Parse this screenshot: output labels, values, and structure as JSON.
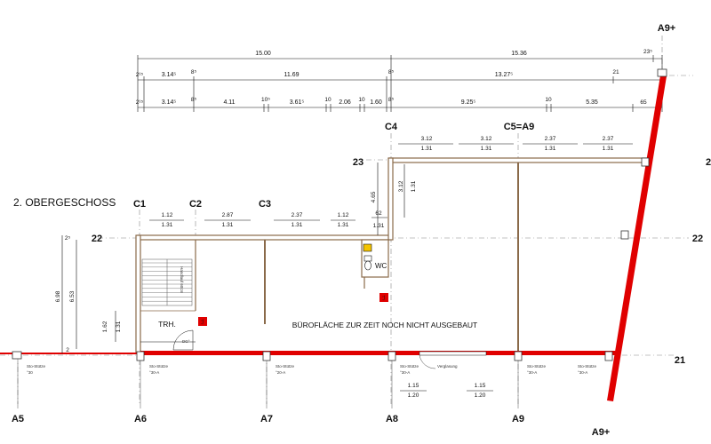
{
  "floor_title": "2. OBERGESCHOSS",
  "room_label": "BÜROFLÄCHE ZUR ZEIT NOCH NICHT AUSGEBAUT",
  "stair_label": "TRH.",
  "wc_label": "WC",
  "grid_labels": {
    "C1": "C1",
    "C2": "C2",
    "C3": "C3",
    "C4": "C4",
    "C5": "C5=A9",
    "A5": "A5",
    "A6": "A6",
    "A7": "A7",
    "A8": "A8",
    "A9": "A9",
    "A9_top": "A9+",
    "A9_bottom": "A9+",
    "row22_left": "22",
    "row22_right": "22",
    "row23": "23",
    "row21": "21",
    "row2_edge": "2"
  },
  "dims_row1": {
    "left": "15.00",
    "right": "15.36",
    "end": "23⁵"
  },
  "dims_row2": [
    "2¹⁵",
    "3.14⁵",
    "8⁵",
    "11.69",
    "8⁵",
    "13.27⁵",
    "21"
  ],
  "dims_row3": [
    "2¹⁵",
    "3.14⁵",
    "8⁵",
    "4.11",
    "10⁵",
    "3.61⁵",
    "10",
    "2.06",
    "10",
    "1.60",
    "8⁵",
    "9.25⁵",
    "10",
    "5.35",
    "65"
  ],
  "windows_top_left": [
    {
      "w": "1.12",
      "h": "1.31"
    },
    {
      "w": "2.87",
      "h": "1.31"
    },
    {
      "w": "2.37",
      "h": "1.31"
    },
    {
      "w": "1.12",
      "h": "1.31"
    }
  ],
  "windows_top_right": [
    {
      "w": "3.12",
      "h": "1.31"
    },
    {
      "w": "3.12",
      "h": "1.31"
    },
    {
      "w": "2.37",
      "h": "1.31"
    },
    {
      "w": "2.37",
      "h": "1.31"
    }
  ],
  "window_bottom": [
    {
      "w": "1.15",
      "h": "1.20"
    },
    {
      "w": "1.15",
      "h": "1.20"
    }
  ],
  "side_dims": {
    "d698": "6.98",
    "d653": "6.53",
    "d2a": "2⁵",
    "d2b": "2",
    "d162": "1.62",
    "d131": "1.31",
    "d465": "4.65",
    "d312": "3.12",
    "d131b": "1.31",
    "d62": "62",
    "d131c": "1.31"
  },
  "notes": {
    "sto_stuetze": "Sto-Stütze",
    "n30": "°30",
    "n30a": "°30-A",
    "n20a": "°20-A",
    "n20a2": "°20-A",
    "n30a2": "°30-A",
    "n30a3": "°30-A",
    "n30a4": "°30-A",
    "verglasung": "Verglasung",
    "door_dg": "DG°",
    "stair_note": "Handlauf 60cm"
  },
  "colors": {
    "wall_red": "#e00000",
    "structure": "#8a6a4a",
    "line": "#111111",
    "axis": "#777777"
  }
}
